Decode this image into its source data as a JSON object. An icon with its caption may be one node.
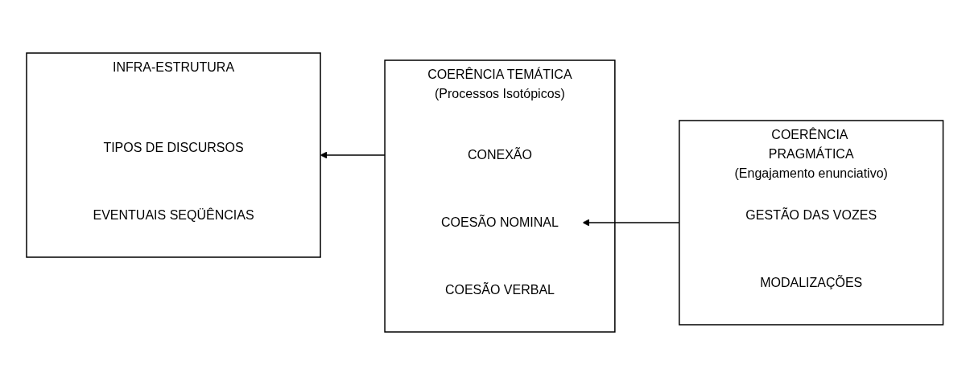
{
  "diagram": {
    "nodes": [
      {
        "text": [
          "INFRA-ESTRUTURA"
        ]
      },
      {
        "text": [
          "TIPOS DE DISCURSOS"
        ],
        "in": 0
      },
      {
        "text": [
          "EVENTUAIS SEQÜÊNCIAS"
        ],
        "in": 0
      },
      {
        "text": [
          "COERÊNCIA TEMÁTICA",
          "(Processos Isotópicos)"
        ]
      },
      {
        "text": [
          "CONEXÃO"
        ],
        "in": 3
      },
      {
        "text": [
          "COESÃO NOMINAL"
        ],
        "in": 3
      },
      {
        "text": [
          "COESÃO VERBAL"
        ],
        "in": 3
      },
      {
        "text": [
          "COERÊNCIA PRAGMÁTICA",
          "(Engajamento enunciativo)"
        ]
      },
      {
        "text": [
          "GESTÃO DAS VOZES"
        ],
        "in": 7
      },
      {
        "text": [
          "MODALIZAÇÕES"
        ],
        "in": 7
      }
    ],
    "edges": [
      {
        "from": 7,
        "to": 5,
        "arrow": "to"
      },
      {
        "from": 3,
        "to": 0,
        "arrow": "to"
      }
    ]
  }
}
